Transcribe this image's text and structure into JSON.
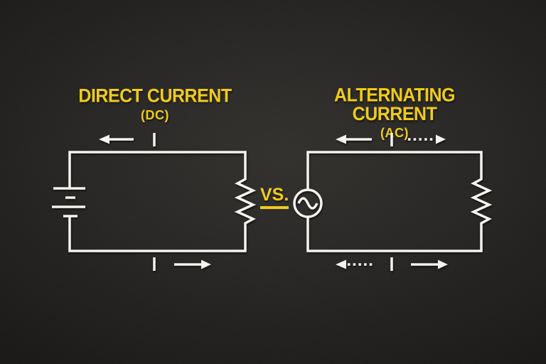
{
  "titles": {
    "dc": {
      "label": "DIRECT CURRENT",
      "abbr": "(DC)"
    },
    "ac": {
      "label": "ALTERNATING CURRENT",
      "abbr": "(AC)"
    },
    "versus": "VS."
  },
  "colors": {
    "accent_yellow": "#EFCA18",
    "line_white": "#F4F3EF",
    "background_center": "#302E2B",
    "background_edge": "#121110"
  },
  "diagram": {
    "dc_circuit": {
      "source": "battery",
      "load": "resistor",
      "flow": "unidirectional",
      "arrows": [
        {
          "position": "top",
          "direction": "left",
          "style": "solid"
        },
        {
          "position": "bottom",
          "direction": "right",
          "style": "solid"
        }
      ]
    },
    "ac_circuit": {
      "source": "ac-generator",
      "load": "resistor",
      "flow": "bidirectional",
      "arrows": [
        {
          "position": "top",
          "direction": "left",
          "style": "solid"
        },
        {
          "position": "top",
          "direction": "right",
          "style": "dotted"
        },
        {
          "position": "bottom",
          "direction": "left",
          "style": "dotted"
        },
        {
          "position": "bottom",
          "direction": "right",
          "style": "solid"
        }
      ]
    }
  }
}
